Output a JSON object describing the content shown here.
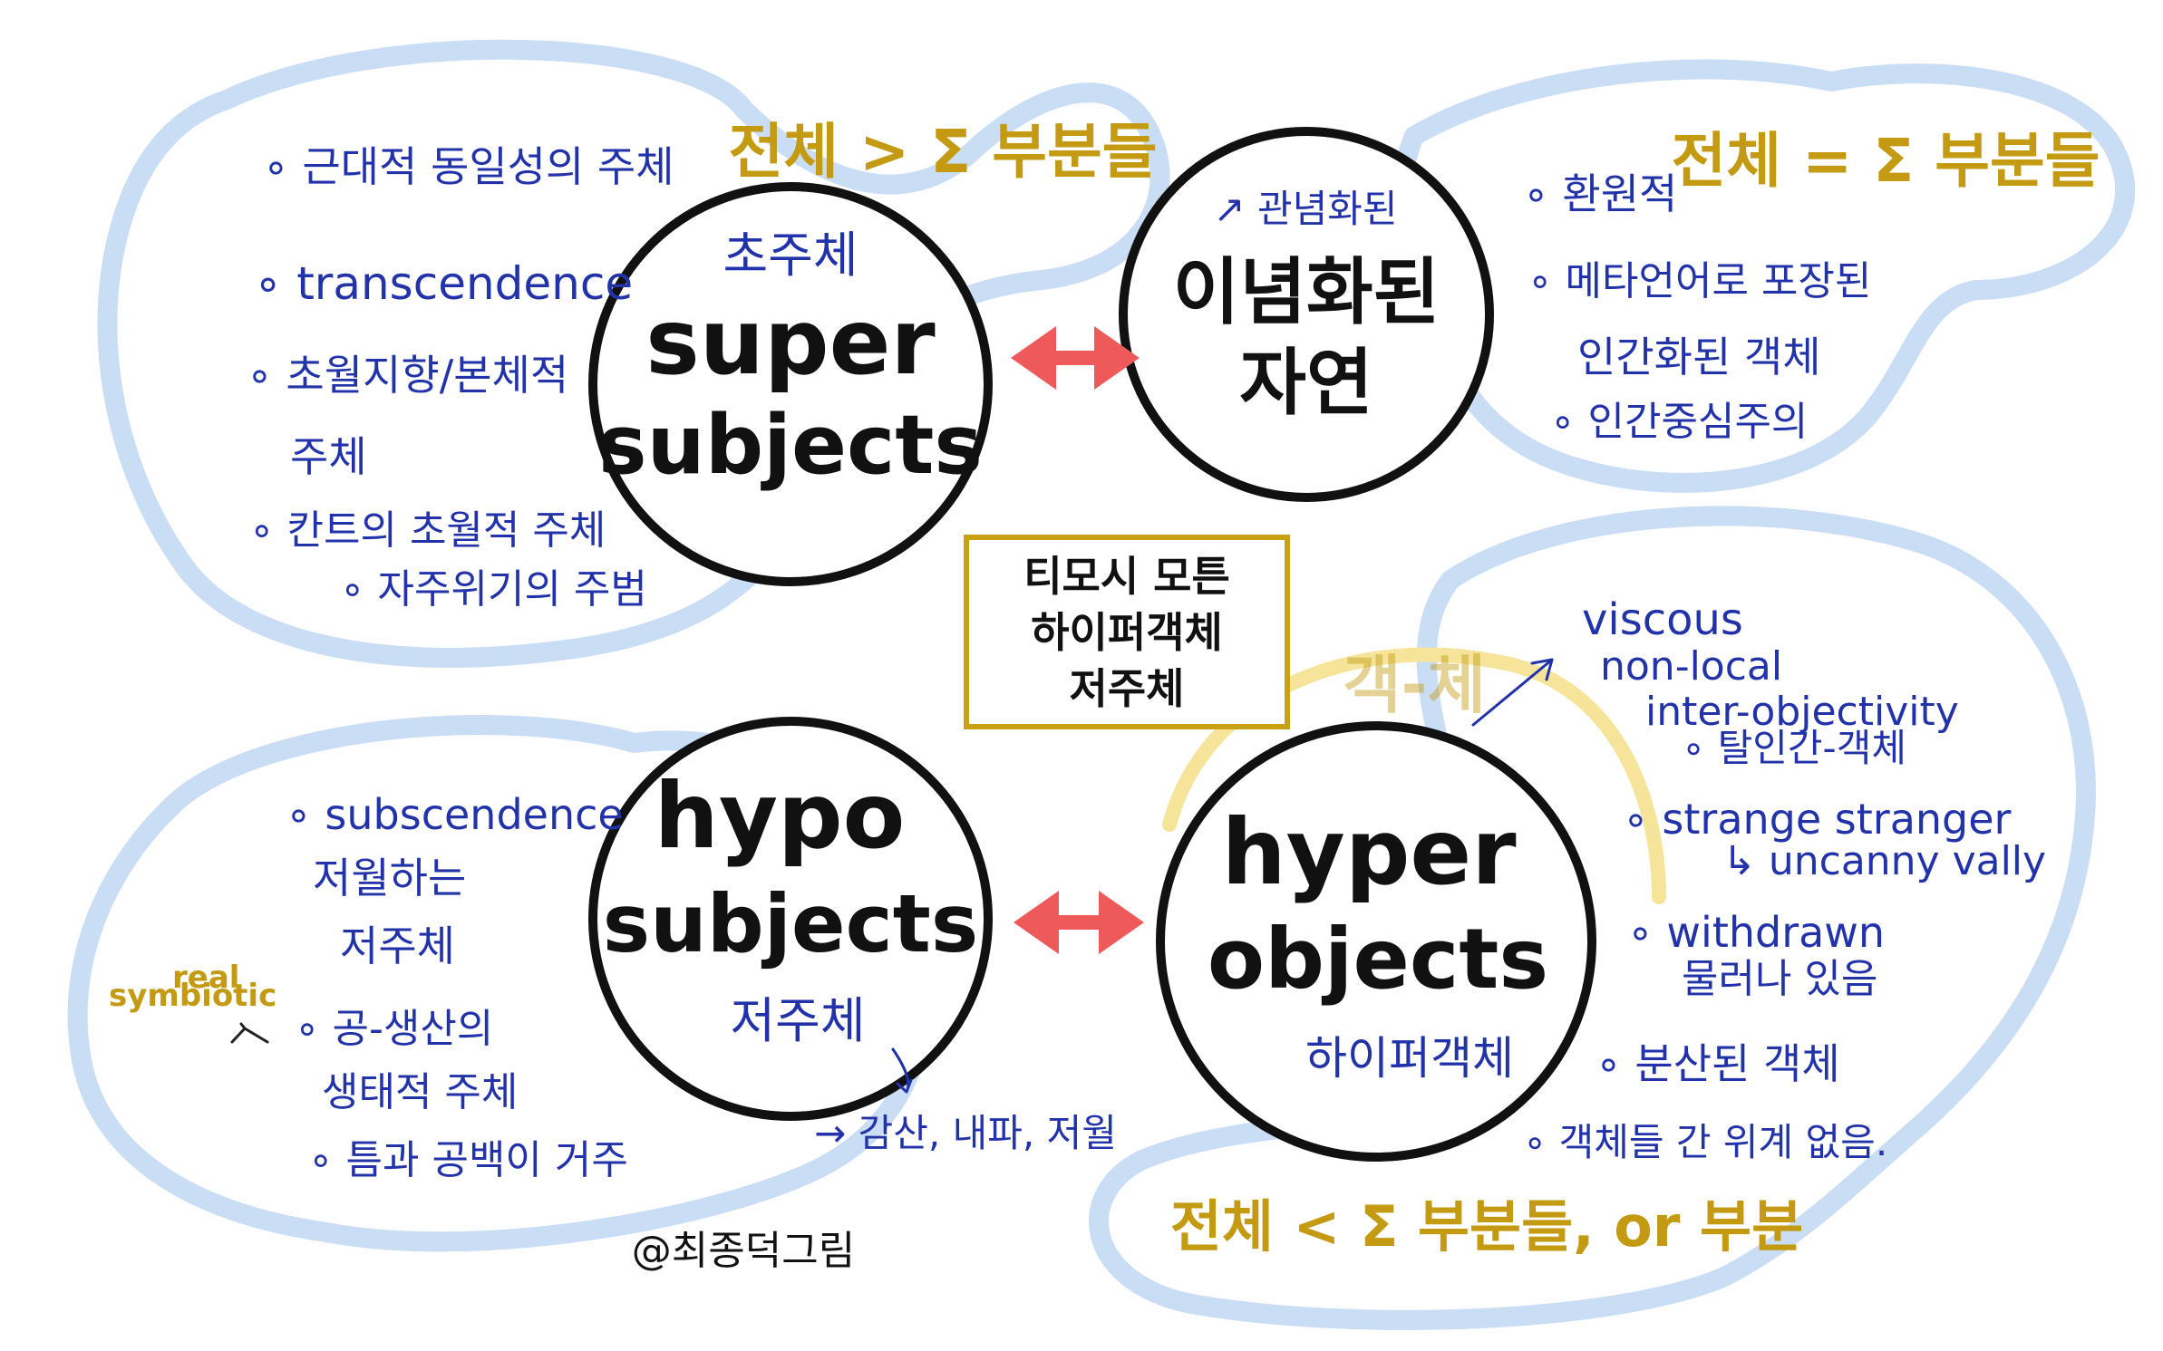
{
  "center_box": {
    "lines": [
      "티모시 모튼",
      "하이퍼객체",
      "저주체"
    ]
  },
  "super_subjects": {
    "korean": "초주체",
    "title_line1": "super",
    "title_line2": "subjects",
    "wholeness": "전체 > Σ 부분들",
    "notes": [
      "∘ 근대적 동일성의 주체",
      "∘ transcendence",
      "∘ 초월지향/본체적",
      "주체",
      "∘ 칸트의 초월적 주체",
      "∘ 자주위기의 주범"
    ]
  },
  "idea_nature": {
    "annotation": "↗ 관념화된",
    "title_line1": "이념화된",
    "title_line2": "자연",
    "wholeness": "전체 = Σ 부분들",
    "notes": [
      "∘ 환원적",
      "∘ 메타언어로 포장된",
      "인간화된 객체",
      "∘ 인간중심주의"
    ]
  },
  "hypo_subjects": {
    "title_line1": "hypo",
    "title_line2": "subjects",
    "korean": "저주체",
    "below_note": "→ 감산, 내파, 저월",
    "side_note_line1": "symbiotic",
    "side_note_line2": "real",
    "notes": [
      "∘ subscendence",
      "저월하는",
      "저주체",
      "∘ 공-생산의",
      "생태적 주체",
      "∘ 틈과 공백이 거주"
    ]
  },
  "hyper_objects": {
    "title_line1": "hyper",
    "title_line2": "objects",
    "korean": "하이퍼객체",
    "arc_label": "객-체",
    "wholeness": "전체 < Σ 부분들, or 부분",
    "notes": [
      "viscous",
      "non-local",
      "inter-objectivity",
      "∘ 탈인간-객체",
      "∘ strange stranger",
      "↳ uncanny vally",
      "∘ withdrawn",
      "물러나 있음",
      "∘ 분산된 객체",
      "∘ 객체들 간 위계 없음."
    ]
  },
  "credit": "@최종덕그림",
  "colors": {
    "blob": "#c9ddf5",
    "note_blue": "#2233aa",
    "gold": "#c39a12",
    "arrow_red": "#ee5a5a",
    "box_border": "#c9a116"
  }
}
